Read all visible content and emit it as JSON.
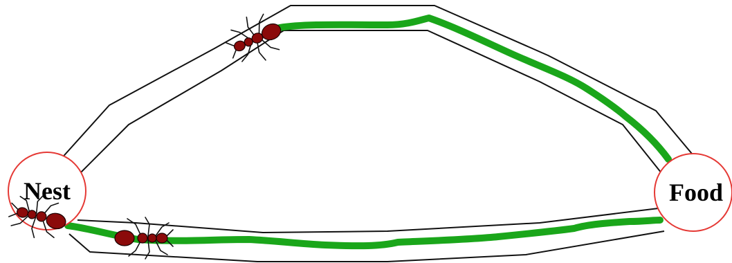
{
  "diagram": {
    "nodes": {
      "nest": {
        "label": "Nest"
      },
      "food": {
        "label": "Food"
      }
    },
    "paths": [
      {
        "id": "upper-path",
        "has_pheromone_trail": true,
        "ants": 1
      },
      {
        "id": "lower-path",
        "has_pheromone_trail": true,
        "ants": 2
      }
    ],
    "colors": {
      "trail": "#1aa61a",
      "ant_body": "#8b0a0a",
      "node_outline": "#e53935",
      "path_border": "#111111",
      "background": "#ffffff"
    }
  }
}
